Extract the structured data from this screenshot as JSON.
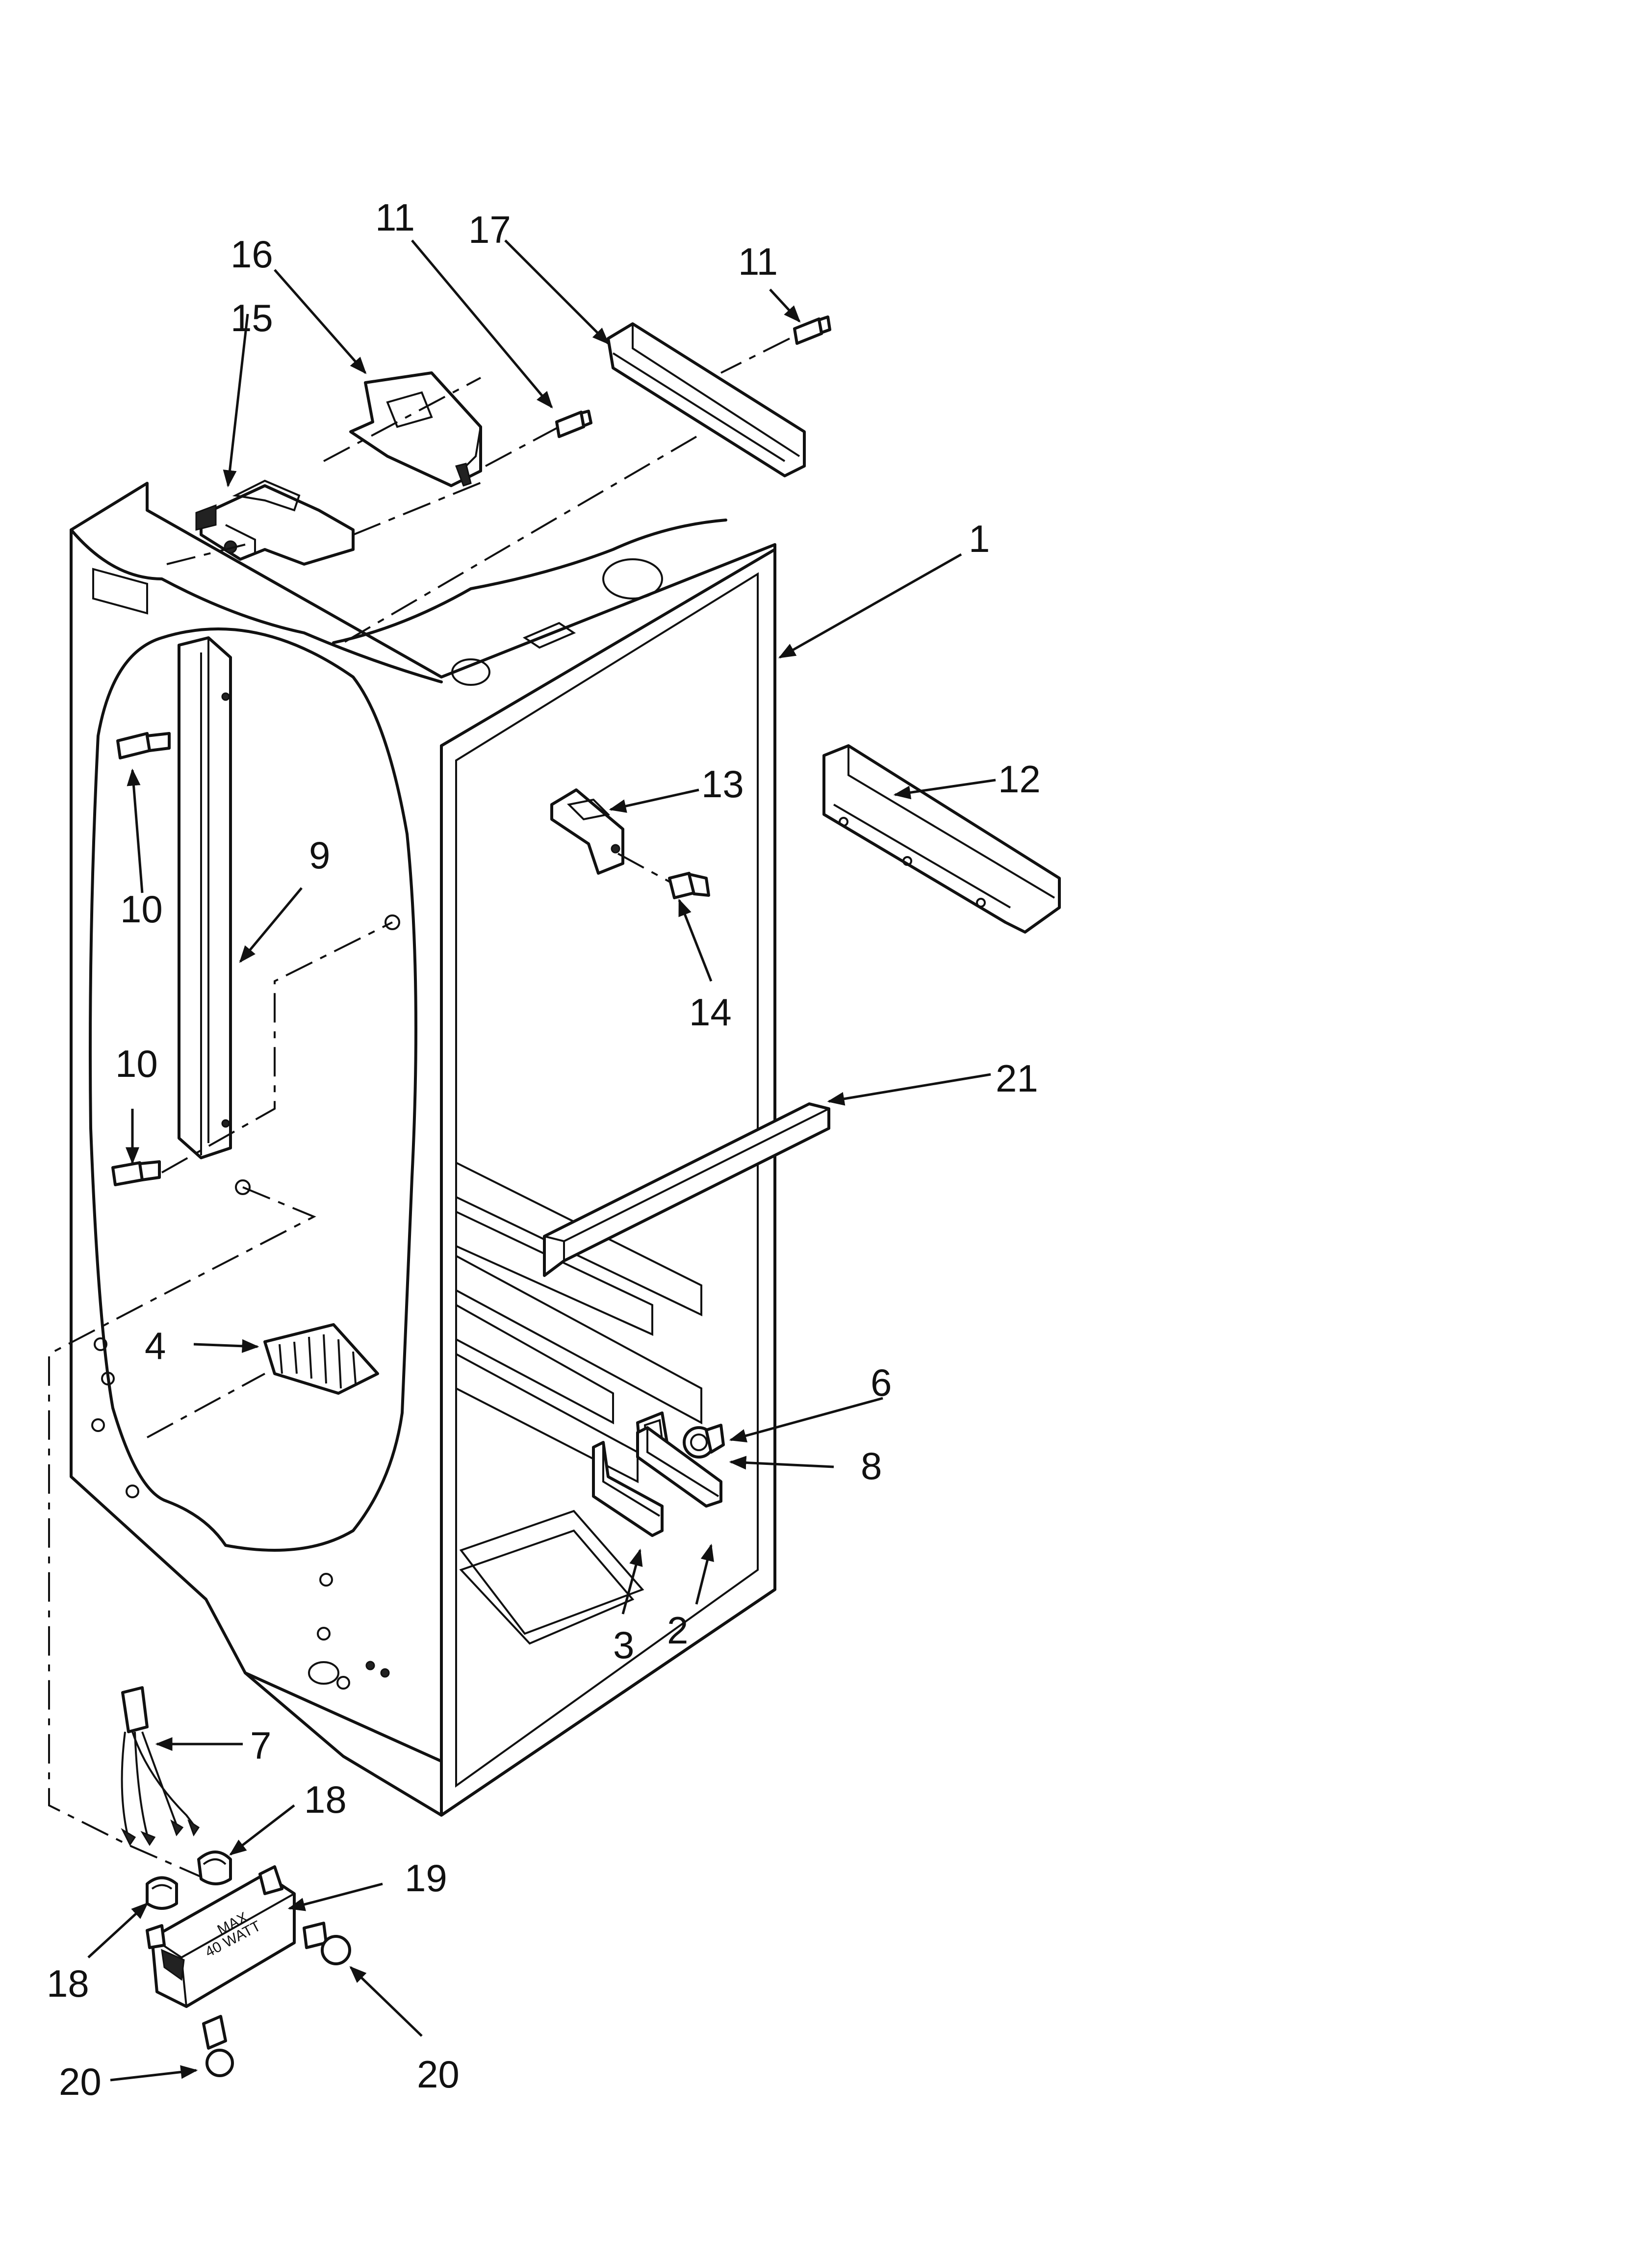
{
  "callouts": {
    "c1": "1",
    "c2": "2",
    "c3": "3",
    "c4": "4",
    "c6": "6",
    "c7": "7",
    "c8": "8",
    "c9": "9",
    "c10a": "10",
    "c10b": "10",
    "c11a": "11",
    "c11b": "11",
    "c12": "12",
    "c13": "13",
    "c14": "14",
    "c15": "15",
    "c16": "16",
    "c17": "17",
    "c18a": "18",
    "c18b": "18",
    "c19": "19",
    "c20a": "20",
    "c20b": "20",
    "c21": "21"
  },
  "lamp_socket_label": {
    "line1": "MAX",
    "line2": "40 WATT"
  }
}
